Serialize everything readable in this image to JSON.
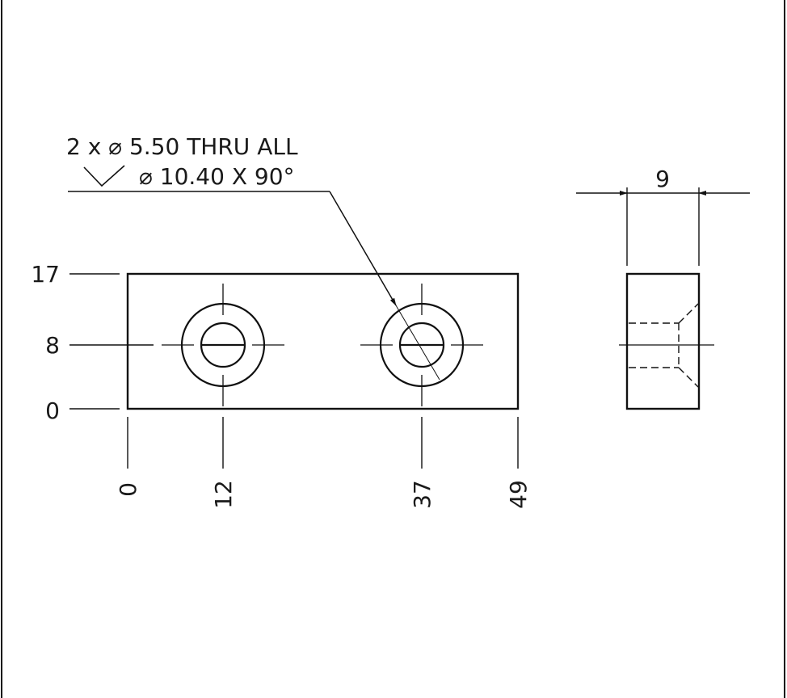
{
  "callout": {
    "line1": "2 x ⌀ 5.50 THRU ALL",
    "line2": "⌀ 10.40 X 90°"
  },
  "ordinates": {
    "vertical": [
      "17",
      "8",
      "0"
    ],
    "horizontal": [
      "0",
      "12",
      "37",
      "49"
    ]
  },
  "side_view": {
    "thickness": "9"
  },
  "icons": {
    "countersink": "countersink-symbol-icon",
    "diameter": "diameter-symbol-icon"
  }
}
